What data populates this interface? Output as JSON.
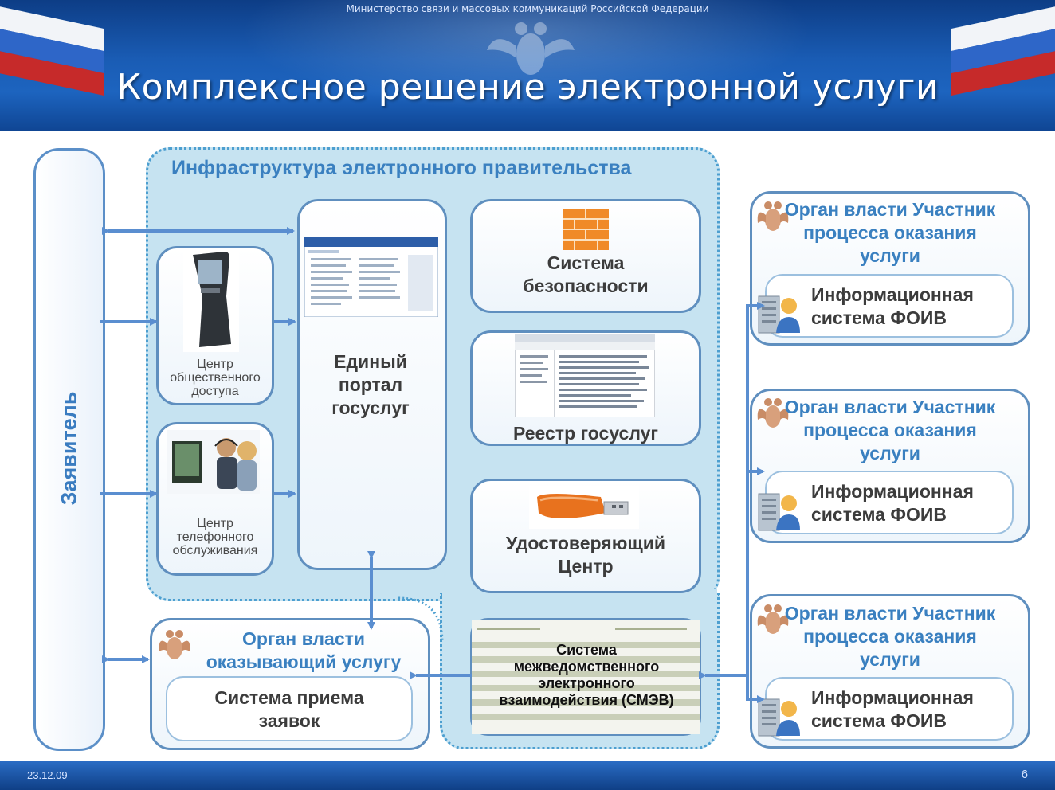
{
  "header": {
    "ministry": "Министерство связи и массовых коммуникаций Российской Федерации",
    "title": "Комплексное решение электронной услуги"
  },
  "infrastructure": {
    "title": "Инфраструктура электронного правительства"
  },
  "applicant": {
    "label": "Заявитель"
  },
  "public_access_center": {
    "label": "Центр общественного доступа"
  },
  "call_center": {
    "label": "Центр телефонного обслуживания"
  },
  "portal": {
    "label": "Единый портал госуслуг"
  },
  "security": {
    "label": "Система безопасности"
  },
  "registry": {
    "label": "Реестр госуслуг"
  },
  "certification": {
    "label": "Удостоверяющий Центр"
  },
  "smev": {
    "label": "Система межведомственного электронного взаимодействия (СМЭВ)"
  },
  "providing_authority": {
    "title": "Орган власти оказывающий услугу",
    "system": "Система приема заявок"
  },
  "participants": [
    {
      "title": "Орган власти Участник процесса оказания услуги",
      "system": "Информационная система ФОИВ"
    },
    {
      "title": "Орган власти Участник процесса оказания услуги",
      "system": "Информационная система ФОИВ"
    },
    {
      "title": "Орган власти Участник процесса оказания услуги",
      "system": "Информационная система ФОИВ"
    }
  ],
  "footer": {
    "date": "23.12.09",
    "page": "6"
  },
  "colors": {
    "header_blue": "#1a5cb4",
    "infra_fill": "#c6e3f1",
    "arrow": "#5a8ed0",
    "label_blue": "#3a80c0"
  }
}
